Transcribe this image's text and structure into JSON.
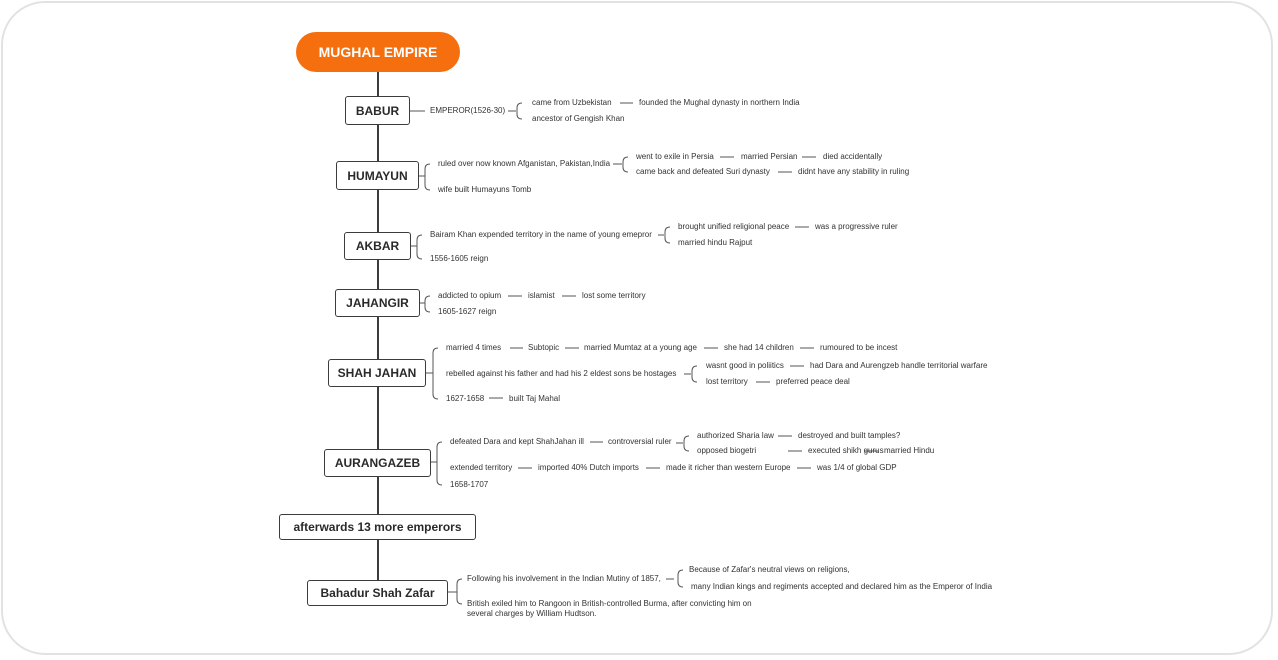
{
  "root": {
    "label": "MUGHAL EMPIRE"
  },
  "topics": {
    "babur": "BABUR",
    "humayun": "HUMAYUN",
    "akbar": "AKBAR",
    "jahangir": "JAHANGIR",
    "shahjahan": "SHAH JAHAN",
    "aurangazeb": "AURANGAZEB",
    "afterwards": "afterwards 13 more emperors",
    "bahadur": "Bahadur Shah Zafar"
  },
  "leaves": {
    "babur_1": "EMPEROR(1526-30)",
    "babur_2": "came from Uzbekistan",
    "babur_3": "founded the Mughal dynasty in northern India",
    "babur_4": "ancestor of Gengish Khan",
    "hum_1": "ruled over now known Afganistan, Pakistan,India",
    "hum_2": "went to exile in Persia",
    "hum_3": "married Persian",
    "hum_4": "died accidentally",
    "hum_5": "came back and defeated Suri dynasty",
    "hum_6": "didnt have any stability in ruling",
    "hum_7": "wife built Humayuns Tomb",
    "akb_1": "Bairam Khan expended territory in the name of young emepror",
    "akb_2": "brought unified religional peace",
    "akb_3": "was a progressive ruler",
    "akb_4": "married hindu Rajput",
    "akb_5": "1556-1605 reign",
    "jah_1": "addicted to opium",
    "jah_2": "islamist",
    "jah_3": "lost some territory",
    "jah_4": "1605-1627 reign",
    "sj_1": "married 4 times",
    "sj_2": "Subtopic",
    "sj_3": "married Mumtaz at a young age",
    "sj_4": "she had 14 children",
    "sj_5": "rumoured to be incest",
    "sj_6": "rebelled against his father and had his 2 eldest sons be hostages",
    "sj_7": "wasnt good in poliitics",
    "sj_8": "had Dara and Aurengzeb handle territorial warfare",
    "sj_9": "lost territory",
    "sj_10": "preferred peace deal",
    "sj_11": "1627-1658",
    "sj_12": "built Taj Mahal",
    "aur_1": "defeated Dara and kept ShahJahan ill",
    "aur_2": "controversial ruler",
    "aur_3": "authorized Sharia law",
    "aur_4": "destroyed and built tamples?",
    "aur_5": "opposed biogetri",
    "aur_6": "executed shikh gurus",
    "aur_7": "married Hindu",
    "aur_8": "extended territory",
    "aur_9": "imported 40% Dutch imports",
    "aur_10": "made it richer than western Europe",
    "aur_11": "was 1/4 of global GDP",
    "aur_12": "1658-1707",
    "bsz_1": "Following his involvement in the Indian Mutiny of 1857,",
    "bsz_2": "Because of Zafar's neutral views on religions,",
    "bsz_3": "many Indian kings and regiments accepted and declared him as the Emperor of India",
    "bsz_4": "British exiled him to Rangoon in British-controlled Burma, after convicting him on several  charges by William Hudtson."
  },
  "colors": {
    "root": "#f56f0f",
    "line": "#3c3c3c"
  }
}
